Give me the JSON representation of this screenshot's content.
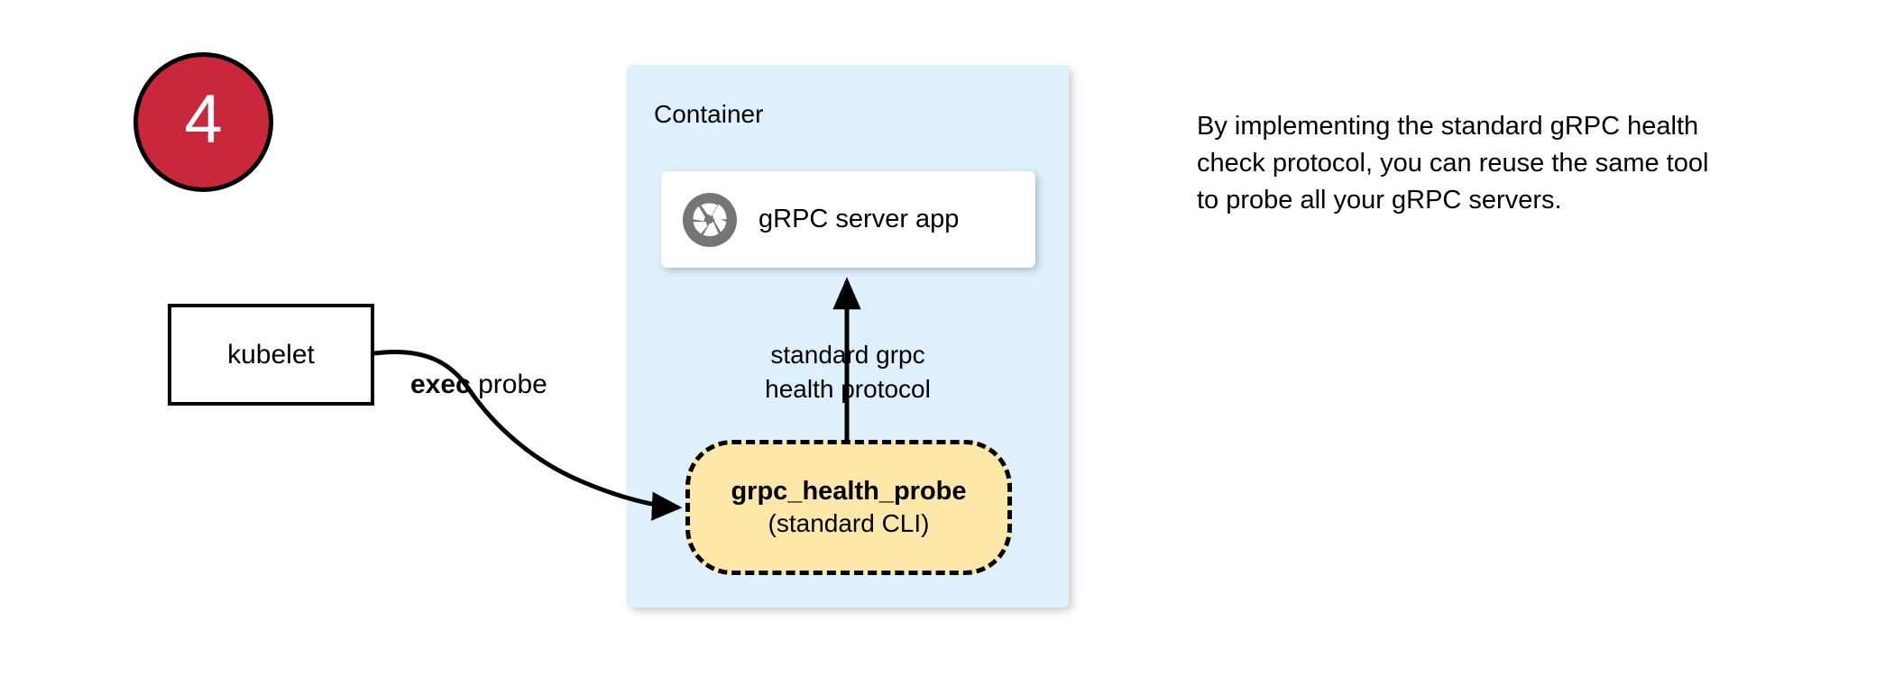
{
  "step": {
    "number": "4",
    "badge_color": "#c9283c",
    "badge_text_color": "#ffffff"
  },
  "nodes": {
    "kubelet": {
      "label": "kubelet"
    },
    "container": {
      "title": "Container",
      "fill_color": "#ddf0fb"
    },
    "server_card": {
      "label": "gRPC server app",
      "icon": "grpc-aperture-icon",
      "icon_color": "#757575",
      "fill_color": "#ffffff"
    },
    "probe": {
      "title": "grpc_health_probe",
      "subtitle": "(standard CLI)",
      "fill_color": "#fde7a9",
      "border_style": "dashed"
    }
  },
  "edges": {
    "exec_probe": {
      "label_bold": "exec",
      "label_rest": " probe"
    },
    "health_protocol": {
      "line1": "standard grpc",
      "line2": "health protocol"
    }
  },
  "note": {
    "text": "By implementing the standard gRPC health check protocol, you can reuse the same tool to probe all your gRPC servers."
  }
}
